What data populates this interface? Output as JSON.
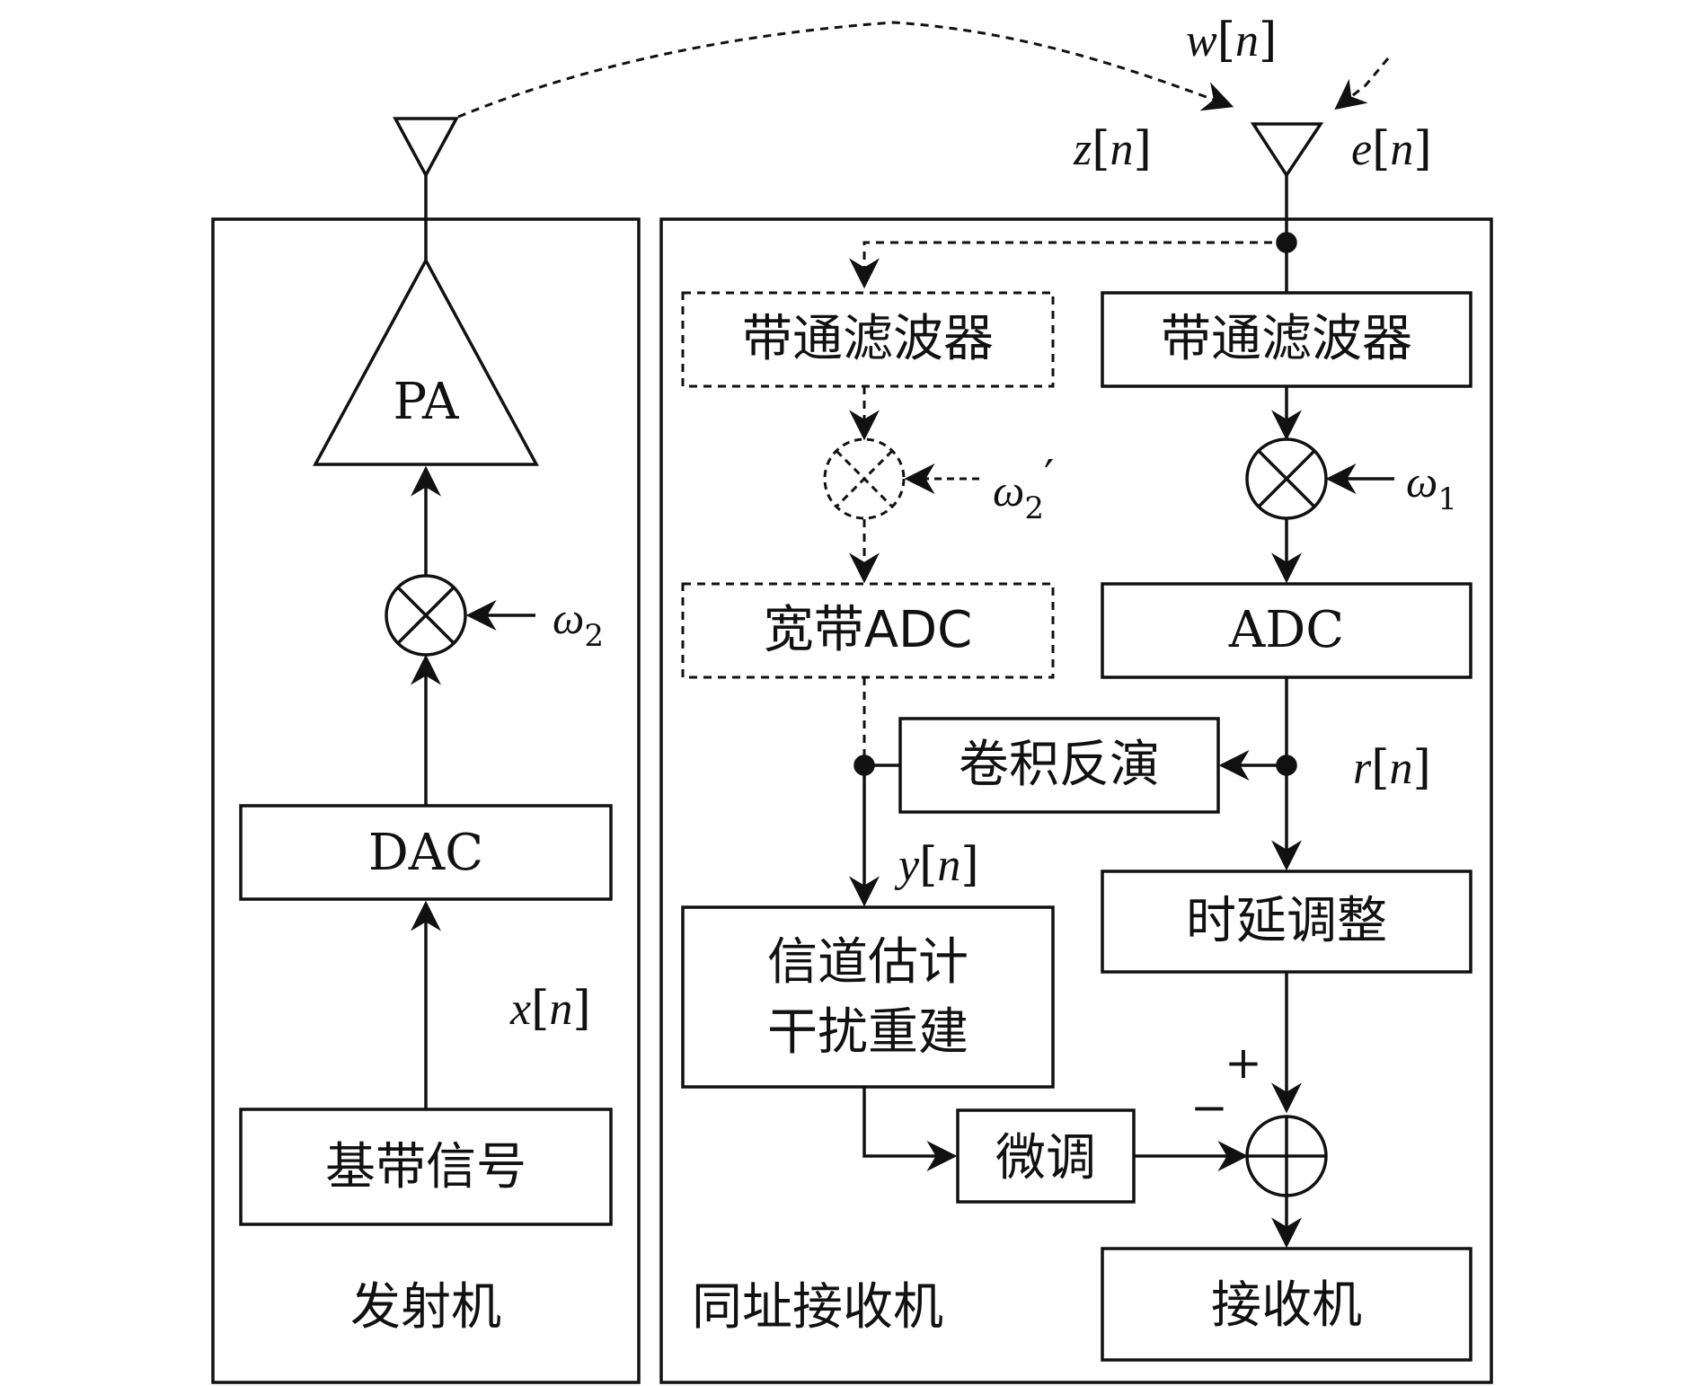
{
  "transmitter": {
    "panel_label": "发射机",
    "baseband_label": "基带信号",
    "dac_label": "DAC",
    "pa_label": "PA",
    "mixer_lo": {
      "symbol": "ω",
      "sub": "2"
    },
    "signal_label": {
      "var": "x",
      "idx": "n"
    }
  },
  "receiver": {
    "panel_label": "同址接收机",
    "antenna_signals": {
      "w": {
        "var": "w",
        "idx": "n"
      },
      "z": {
        "var": "z",
        "idx": "n"
      },
      "e": {
        "var": "e",
        "idx": "n"
      }
    },
    "aux_path": {
      "bandpass_label": "带通滤波器",
      "mixer_lo": {
        "symbol": "ω",
        "sub": "2",
        "prime": "′"
      },
      "adc_label": "宽带ADC",
      "output_label": {
        "var": "y",
        "idx": "n"
      }
    },
    "main_path": {
      "bandpass_label": "带通滤波器",
      "mixer_lo": {
        "symbol": "ω",
        "sub": "1"
      },
      "adc_label": "ADC",
      "output_label": {
        "var": "r",
        "idx": "n"
      },
      "delay_label": "时延调整",
      "receiver_label": "接收机"
    },
    "deconv_label": "卷积反演",
    "estimation_label": [
      "信道估计",
      "干扰重建"
    ],
    "finetune_label": "微调",
    "sum_plus": "+",
    "sum_minus": "−"
  },
  "colors": {
    "stroke": "#111111",
    "background": "#ffffff"
  },
  "icons": {
    "antenna": "triangle-antenna-icon",
    "mixer": "circle-cross-icon",
    "adder": "circle-plus-icon",
    "amplifier": "triangle-amplifier-icon"
  }
}
